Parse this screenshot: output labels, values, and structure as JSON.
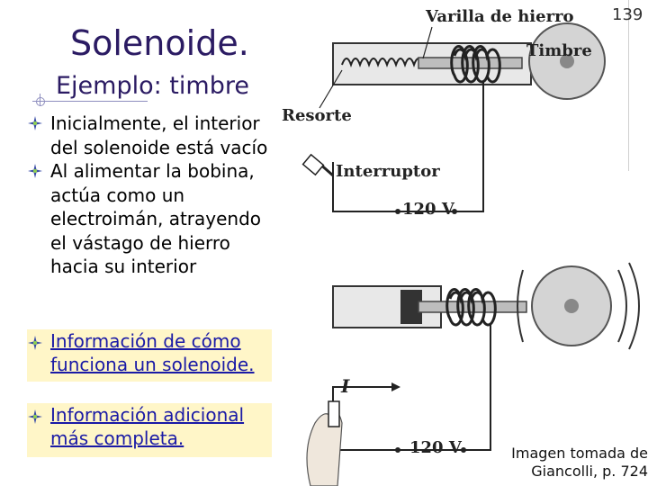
{
  "slide": {
    "title": "Solenoide.",
    "subtitle": "Ejemplo: timbre",
    "page_number": "139",
    "bullets": [
      "Inicialmente, el interior del solenoide está vacío",
      "Al alimentar la bobina, actúa como un electroimán, atrayendo el vástago de hierro hacia su interior"
    ],
    "links": [
      "Información de cómo funciona un solenoide.",
      "Información adicional más completa."
    ],
    "caption_line1": "Imagen tomada de",
    "caption_line2": "Giancolli, p. 724"
  },
  "figure": {
    "label_varilla": "Varilla de hierro",
    "label_timbre": "Timbre",
    "label_resorte": "Resorte",
    "label_interruptor": "Interruptor",
    "label_voltage_top": "120 V",
    "label_current": "I",
    "label_voltage_bottom": "120 V"
  },
  "colors": {
    "title": "#2b1b63",
    "link": "#1a1aa6",
    "link_background": "#fff6c8"
  }
}
